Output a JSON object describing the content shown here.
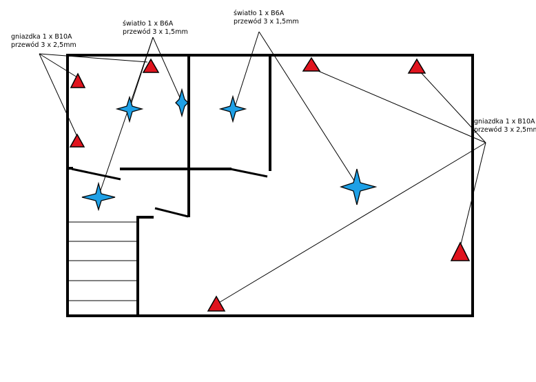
{
  "labels": {
    "sockets_left": {
      "line1": "gniazdka 1 x B10A",
      "line2": "przewód 3 x 2,5mm"
    },
    "lights_left": {
      "line1": "światło 1 x B6A",
      "line2": "przewód 3 x 1,5mm"
    },
    "lights_right": {
      "line1": "światło 1 x B6A",
      "line2": "przewód 3 x 1,5mm"
    },
    "sockets_right": {
      "line1": "gniazdka 1 x B10A",
      "line2": "przewód 3 x 2,5mm"
    }
  },
  "legend_colors": {
    "socket": "#e0141e",
    "light": "#1ea0e6",
    "wall": "#000000"
  },
  "symbols": {
    "socket": "red-triangle",
    "light": "blue-four-point-star"
  }
}
